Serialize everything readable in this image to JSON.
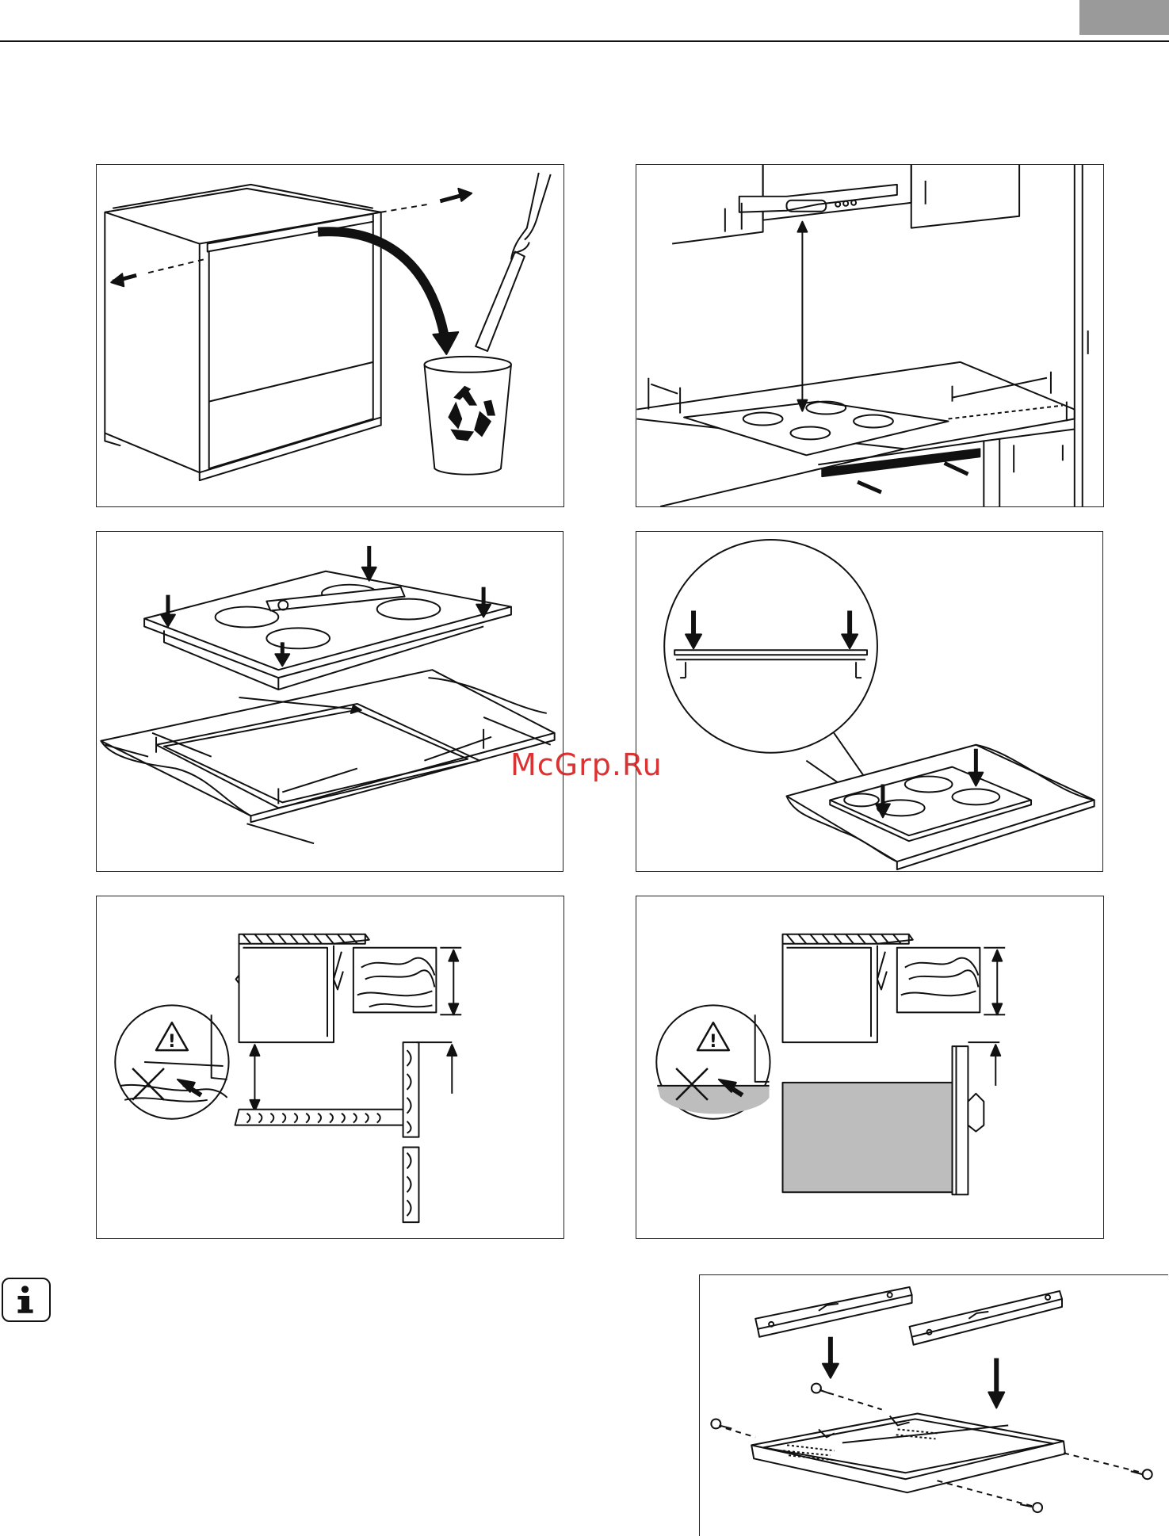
{
  "watermark": {
    "text": "McGrp.Ru",
    "color": "#d81e1e"
  },
  "colors": {
    "line": "#111111",
    "header_tab": "#9a9a9a",
    "fill_gray": "#bdbdbd",
    "background": "#ffffff"
  },
  "icons": {
    "info": "info-icon",
    "warning": "warning-triangle-icon",
    "recycle": "recycle-icon"
  },
  "warning_symbol": "!",
  "panels": [
    {
      "id": "p1",
      "subject": "cabinet-crossbar-removal"
    },
    {
      "id": "p2",
      "subject": "hob-clearance-distances"
    },
    {
      "id": "p3",
      "subject": "cutout-dimensions"
    },
    {
      "id": "p4",
      "subject": "hob-seal-insertion"
    },
    {
      "id": "p5",
      "subject": "panel-clearance-wood"
    },
    {
      "id": "p6",
      "subject": "panel-clearance-oven"
    },
    {
      "id": "p7",
      "subject": "protection-box-assembly"
    }
  ]
}
